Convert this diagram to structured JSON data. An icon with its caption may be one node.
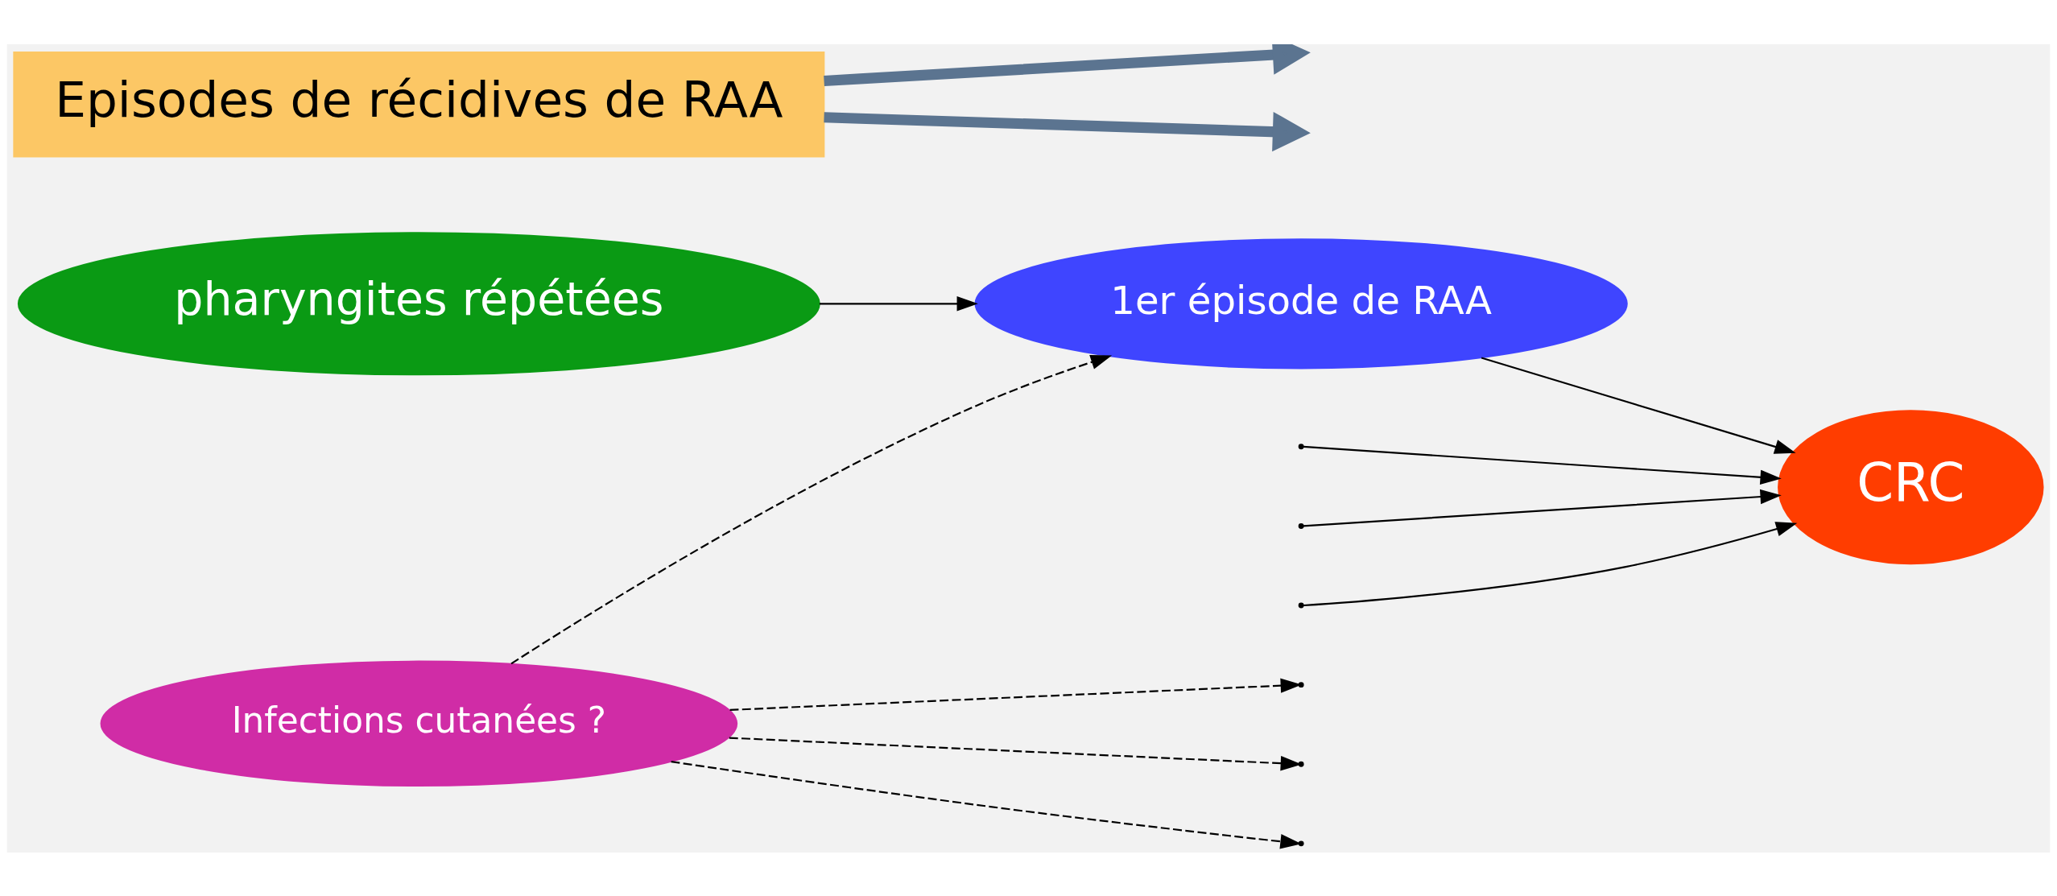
{
  "diagram": {
    "nodes": [
      {
        "text": [
          "pharyngites répétées"
        ]
      },
      {
        "text": [
          "1er épisode de RAA"
        ]
      },
      {
        "text": [
          "CRC"
        ]
      },
      {
        "text": [
          "Infections cutanées ?"
        ]
      },
      {
        "text": [
          "Episodes de récidives de RAA"
        ]
      }
    ],
    "edges": [
      {
        "from": 0,
        "to": 1,
        "arrow": "to"
      },
      {
        "from": 1,
        "to": 2,
        "arrow": "to"
      },
      {
        "from": 3,
        "to": null,
        "arrow": "to",
        "style": "dashed"
      },
      {
        "from": 3,
        "to": null,
        "arrow": "to",
        "style": "dashed"
      },
      {
        "from": 3,
        "to": null,
        "arrow": "to",
        "style": "dashed"
      },
      {
        "from": 3,
        "to": 1,
        "arrow": "to",
        "style": "dashed"
      },
      {
        "from": null,
        "to": 2,
        "arrow": "to"
      },
      {
        "from": null,
        "to": 2,
        "arrow": "to"
      },
      {
        "from": null,
        "to": 2,
        "arrow": "to"
      },
      {
        "from": 4,
        "to": null,
        "arrow": "to",
        "style": "thick",
        "color": "#5b7490"
      },
      {
        "from": 4,
        "to": null,
        "arrow": "to",
        "style": "thick",
        "color": "#5b7490"
      }
    ]
  }
}
